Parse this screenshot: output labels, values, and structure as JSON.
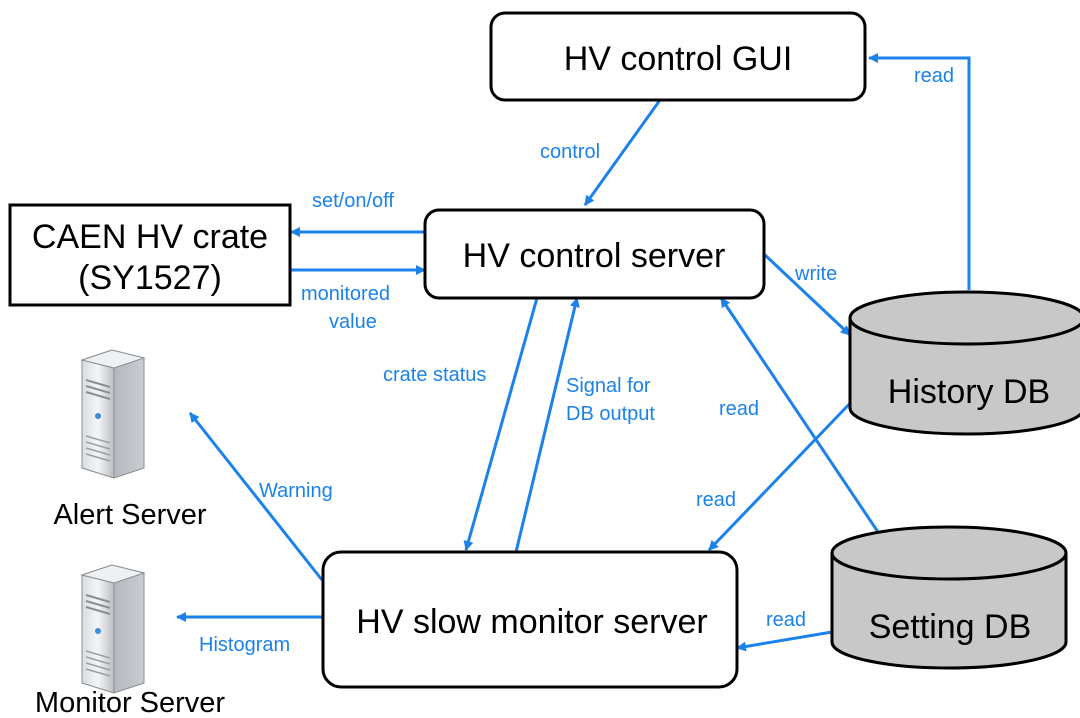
{
  "nodes": {
    "gui": "HV control GUI",
    "crate_line1": "CAEN HV crate",
    "crate_line2": "(SY1527)",
    "control_server": "HV control server",
    "history_db": "History DB",
    "setting_db": "Setting DB",
    "slow_monitor": "HV slow monitor server",
    "alert_server": "Alert Server",
    "monitor_server": "Monitor Server"
  },
  "edges": {
    "read_gui": "read",
    "control": "control",
    "set_on_off": "set/on/off",
    "monitored_line1": "monitored",
    "monitored_line2": "value",
    "write": "write",
    "crate_status": "crate status",
    "signal_line1": "Signal for",
    "signal_line2": "DB output",
    "read_setting_to_control": "read",
    "read_history_to_monitor": "read",
    "read_setting_to_monitor": "read",
    "warning": "Warning",
    "histogram": "Histogram"
  },
  "colors": {
    "arrow": "#1a82ea",
    "db_fill": "#c8c8c8",
    "box_stroke": "#000000"
  },
  "icons": [
    "server-tower-icon",
    "server-tower-icon"
  ]
}
